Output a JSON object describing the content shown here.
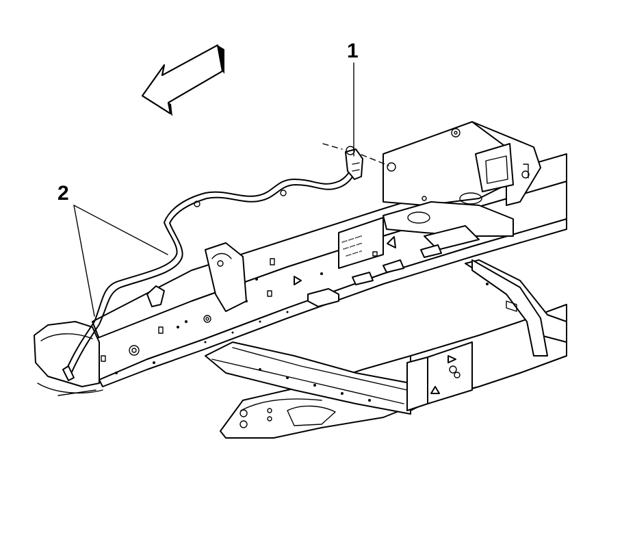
{
  "callouts": [
    {
      "id": "1",
      "text": "1"
    },
    {
      "id": "2",
      "text": "2"
    }
  ],
  "decal": {
    "lines": [
      "▪▪▪▪ ▪▪▪▪ ▪▪▪▪▪",
      "▪▪▪▪ ▪▪▪▪ ▪▪▪▪",
      "▪▪▪▪ ▪▪▪▪ ▪▪"
    ]
  },
  "colors": {
    "line": "#000000",
    "background": "#ffffff"
  },
  "icons": [
    "direction-arrow-icon"
  ]
}
